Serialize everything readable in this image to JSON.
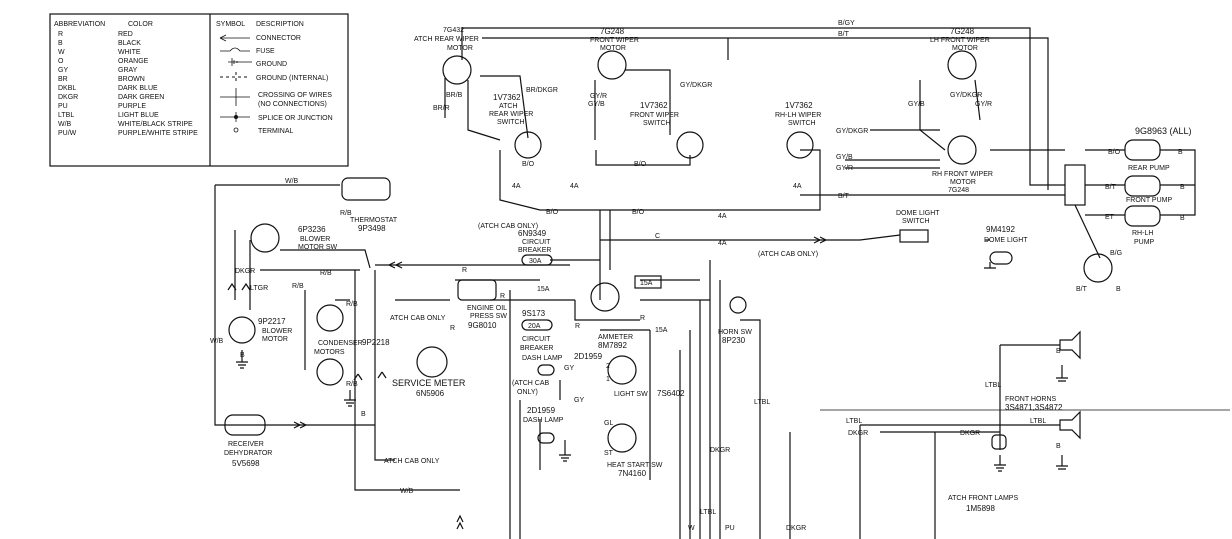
{
  "legend_abbr": {
    "header_abbr": "ABBREVIATION",
    "header_color": "COLOR",
    "rows": [
      {
        "abbr": "R",
        "color": "RED"
      },
      {
        "abbr": "B",
        "color": "BLACK"
      },
      {
        "abbr": "W",
        "color": "WHITE"
      },
      {
        "abbr": "O",
        "color": "ORANGE"
      },
      {
        "abbr": "GY",
        "color": "GRAY"
      },
      {
        "abbr": "BR",
        "color": "BROWN"
      },
      {
        "abbr": "DKBL",
        "color": "DARK BLUE"
      },
      {
        "abbr": "DKGR",
        "color": "DARK GREEN"
      },
      {
        "abbr": "PU",
        "color": "PURPLE"
      },
      {
        "abbr": "LTBL",
        "color": "LIGHT BLUE"
      },
      {
        "abbr": "W/B",
        "color": "WHITE/BLACK STRIPE"
      },
      {
        "abbr": "PU/W",
        "color": "PURPLE/WHITE STRIPE"
      }
    ]
  },
  "legend_symbols": {
    "header_symbol": "SYMBOL",
    "header_desc": "DESCRIPTION",
    "rows": [
      "CONNECTOR",
      "FUSE",
      "GROUND",
      "GROUND (INTERNAL)",
      "CROSSING OF WIRES",
      "(NO CONNECTIONS)",
      "SPLICE OR JUNCTION",
      "TERMINAL"
    ]
  },
  "components": {
    "rear_wiper_motor": [
      "7G432",
      "ATCH REAR WIPER",
      "MOTOR"
    ],
    "rear_wiper_switch": [
      "1V7362",
      "ATCH",
      "REAR WIPER",
      "SWITCH"
    ],
    "front_wiper_motor": [
      "7G248",
      "FRONT WIPER",
      "MOTOR"
    ],
    "front_wiper_switch": [
      "1V7362",
      "FRONT WIPER",
      "SWITCH"
    ],
    "lh_front_wiper_motor": [
      "7G248",
      "LH FRONT WIPER",
      "MOTOR"
    ],
    "rh_lh_wiper_switch": [
      "1V7362",
      "RH-LH WIPER",
      "SWITCH"
    ],
    "rh_front_wiper_motor": [
      "RH FRONT WIPER",
      "MOTOR",
      "7G248"
    ],
    "pumps_title": "9G8963 (ALL)",
    "rear_pump": "REAR PUMP",
    "front_pump": "FRONT PUMP",
    "rh_lh_pump": [
      "RH-LH",
      "PUMP"
    ],
    "thermostat": [
      "THERMOSTAT",
      "9P3498"
    ],
    "blower_sw": [
      "6P3236",
      "BLOWER",
      "MOTOR SW"
    ],
    "blower_motor": [
      "9P2217",
      "BLOWER",
      "MOTOR"
    ],
    "condenser_motors": [
      "CONDENSER",
      "MOTORS"
    ],
    "receiver": [
      "RECEIVER",
      "DEHYDRATOR",
      "5V5698"
    ],
    "service_meter": [
      "9P2218",
      "SERVICE METER",
      "6N5906"
    ],
    "circuit_breaker_top": [
      "(ATCH CAB ONLY)",
      "6N9349",
      "CIRCUIT",
      "BREAKER"
    ],
    "engine_oil_sw": [
      "ENGINE OIL",
      "PRESS SW",
      "9G8010"
    ],
    "circuit_breaker_2": [
      "9S173",
      "CIRCUIT",
      "BREAKER"
    ],
    "ammeter": [
      "AMMETER",
      "8M7892"
    ],
    "horn_sw": [
      "HORN SW",
      "8P230"
    ],
    "dash_lamp_1": [
      "DASH LAMP",
      "2D1959"
    ],
    "dash_lamp_2": [
      "2D1959",
      "DASH LAMP"
    ],
    "light_sw": [
      "LIGHT SW",
      "7S6402"
    ],
    "heat_start_sw": [
      "HEAT START SW",
      "7N4160"
    ],
    "dome_light_switch": [
      "DOME LIGHT",
      "SWITCH"
    ],
    "dome_light": [
      "9M4192",
      "DOME LIGHT"
    ],
    "front_horns": [
      "FRONT HORNS",
      "3S4871,3S4872"
    ],
    "front_lamps": [
      "ATCH FRONT LAMPS",
      "1M5898"
    ]
  },
  "notes": {
    "atch_cab_only_1": "(ATCH CAB ONLY)",
    "atch_cab_only_2": "ATCH CAB ONLY",
    "atch_cab_only_3": "(ATCH CAB",
    "only": "ONLY)",
    "atch_cab_only_4": "ATCH CAB ONLY",
    "amp_30": "30A",
    "amp_15a": "15A",
    "amp_4a": "4A",
    "amp_20": "20A"
  },
  "wire_labels": {
    "b_gy": "B/GY",
    "b_t": "B/T",
    "br_b": "BR/B",
    "br_r": "BR/R",
    "br_dkgr": "BR/DKGR",
    "gy_r": "GY/R",
    "gy_b": "GY/B",
    "gy_dkgr": "GY/DKGR",
    "b_o": "B/O",
    "w_b": "W/B",
    "r_b": "R/B",
    "r": "R",
    "b": "B",
    "c": "C",
    "gy": "GY",
    "ltbl": "LTBL",
    "dkgr": "DKGR",
    "ltgr": "LTGR",
    "pu": "PU",
    "w": "W",
    "gl": "GL",
    "st": "ST",
    "one": "1",
    "two": "2",
    "et": "ET",
    "b_g": "B/G"
  }
}
